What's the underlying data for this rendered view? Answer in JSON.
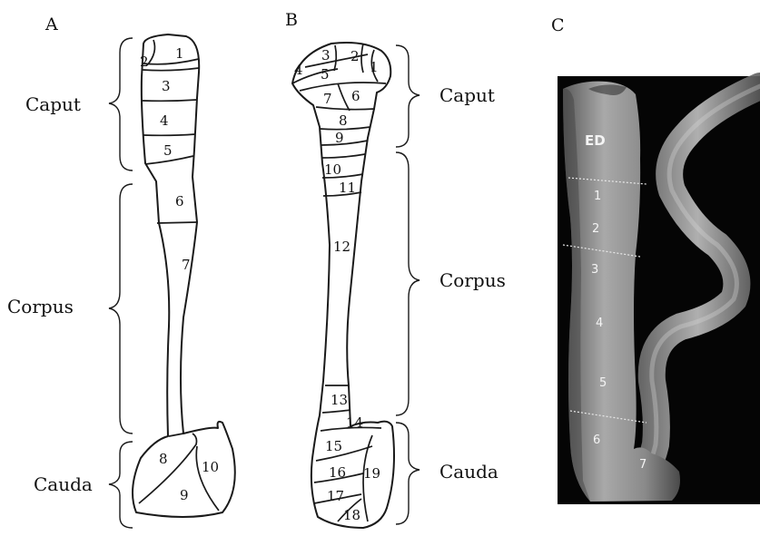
{
  "panels": {
    "a": {
      "label": "A"
    },
    "b": {
      "label": "B"
    },
    "c": {
      "label": "C"
    }
  },
  "regions": {
    "caput": "Caput",
    "corpus": "Corpus",
    "cauda": "Cauda"
  },
  "panel_a_segments": [
    "1",
    "2",
    "3",
    "4",
    "5",
    "6",
    "7",
    "8",
    "9",
    "10"
  ],
  "panel_b_segments": [
    "1",
    "2",
    "3",
    "4",
    "5",
    "6",
    "7",
    "8",
    "9",
    "10",
    "11",
    "12",
    "13",
    "14",
    "15",
    "16",
    "17",
    "18",
    "19"
  ],
  "panel_c_labels": {
    "ed": "ED",
    "s1": "1",
    "s2": "2",
    "s3": "3",
    "s4": "4",
    "s5": "5",
    "s6": "6",
    "s7": "7"
  },
  "colors": {
    "line": "#1a1a1a",
    "photo_bg": "#050505",
    "tissue": "#8f8f8f"
  }
}
